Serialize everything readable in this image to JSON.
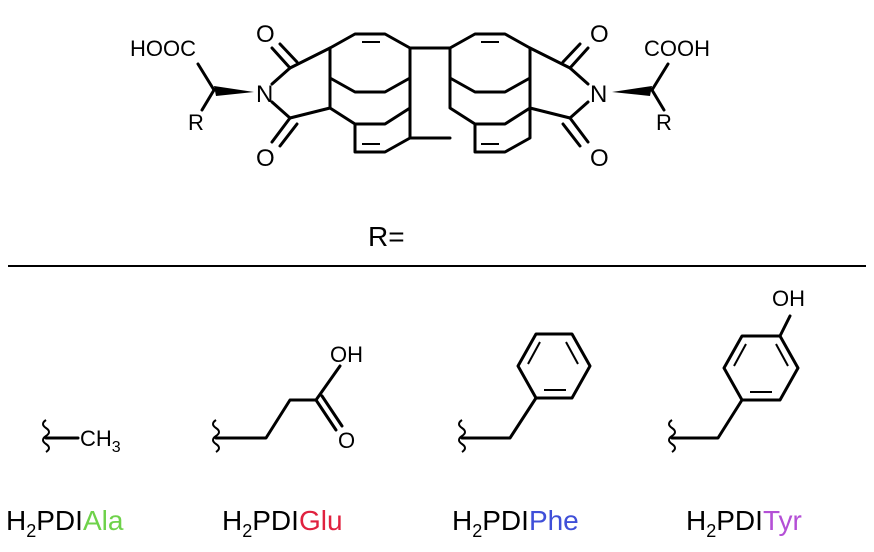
{
  "core": {
    "left_acid": "HOOC",
    "right_acid": "COOH",
    "nitrogen": "N",
    "oxygen": "O",
    "r_group": "R"
  },
  "r_label": "R=",
  "substituents": [
    {
      "name_prefix": "H",
      "name_sub": "2",
      "name_mid": "PDI",
      "name_suffix": "Ala",
      "color": "#6ed24a",
      "formula": "CH",
      "formula_sub": "3"
    },
    {
      "name_prefix": "H",
      "name_sub": "2",
      "name_mid": "PDI",
      "name_suffix": "Glu",
      "color": "#e0213f",
      "oh": "OH",
      "o": "O"
    },
    {
      "name_prefix": "H",
      "name_sub": "2",
      "name_mid": "PDI",
      "name_suffix": "Phe",
      "color": "#3f4fd8"
    },
    {
      "name_prefix": "H",
      "name_sub": "2",
      "name_mid": "PDI",
      "name_suffix": "Tyr",
      "color": "#b44fd6",
      "oh": "OH"
    }
  ]
}
